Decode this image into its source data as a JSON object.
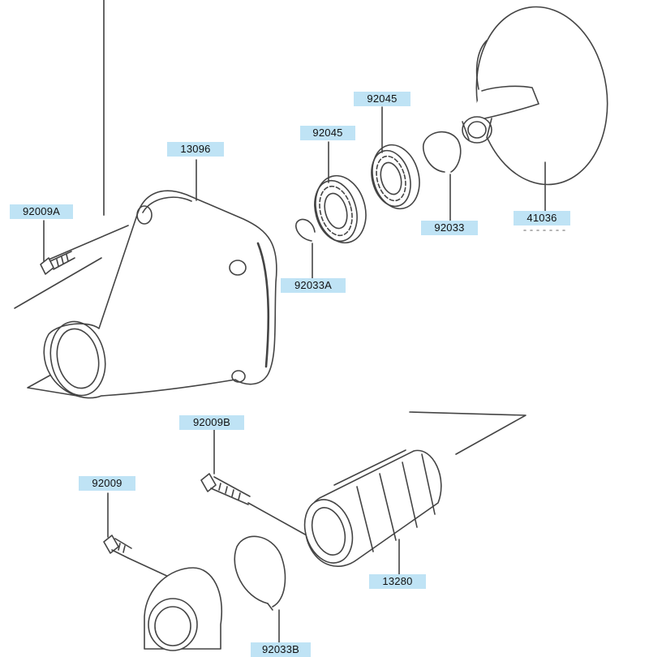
{
  "diagram": {
    "colors": {
      "label_bg": "#bfe3f5",
      "line": "#444444",
      "part_fill": "#ffffff"
    },
    "callouts": [
      {
        "id": "l-92009a",
        "text": "92009A"
      },
      {
        "id": "l-13096",
        "text": "13096"
      },
      {
        "id": "l-92045-a",
        "text": "92045"
      },
      {
        "id": "l-92045-b",
        "text": "92045"
      },
      {
        "id": "l-92033",
        "text": "92033"
      },
      {
        "id": "l-41036",
        "text": "41036"
      },
      {
        "id": "l-92033a",
        "text": "92033A"
      },
      {
        "id": "l-92009b",
        "text": "92009B"
      },
      {
        "id": "l-92009",
        "text": "92009"
      },
      {
        "id": "l-13280",
        "text": "13280"
      },
      {
        "id": "l-92033b",
        "text": "92033B"
      }
    ]
  }
}
